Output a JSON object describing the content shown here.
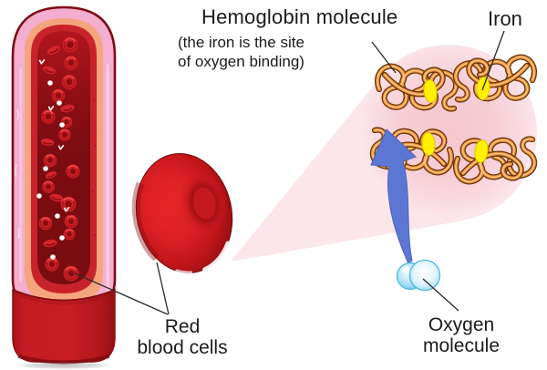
{
  "figure": {
    "hemoglobin_label": {
      "title": "Hemoglobin molecule",
      "subtitle_line1": "(the iron is the site",
      "subtitle_line2": "of oxygen binding)"
    },
    "iron_label": "Iron",
    "red_blood_cells_label": {
      "line1": "Red",
      "line2": "blood cells"
    },
    "oxygen_label": {
      "line1": "Oxygen",
      "line2": "molecule"
    }
  },
  "palette": {
    "background": "#ffffff",
    "text_color": "#1b1b1b",
    "vessel_outline_dark_red": "#7d0c12",
    "vessel_wall_pink": "#f3aed0",
    "vessel_wall_salmon": "#f5a57e",
    "vessel_inner_red": "#c8232b",
    "vessel_lumen_dark_red": "#7a0c10",
    "vessel_exterior_red": "#c51c21",
    "red_blood_cell_red": "#d61e22",
    "magnifier_circle_pink": "#f6c7cf",
    "zoom_cone_pink": "#fbe6e9",
    "globin_chain_orange": "#ed9440",
    "globin_chain_outline": "#6b3408",
    "iron_site_yellow": "#fff100",
    "arrow_blue": "#5b76d3",
    "oxygen_molecule_blue": "#a9ddf3"
  }
}
